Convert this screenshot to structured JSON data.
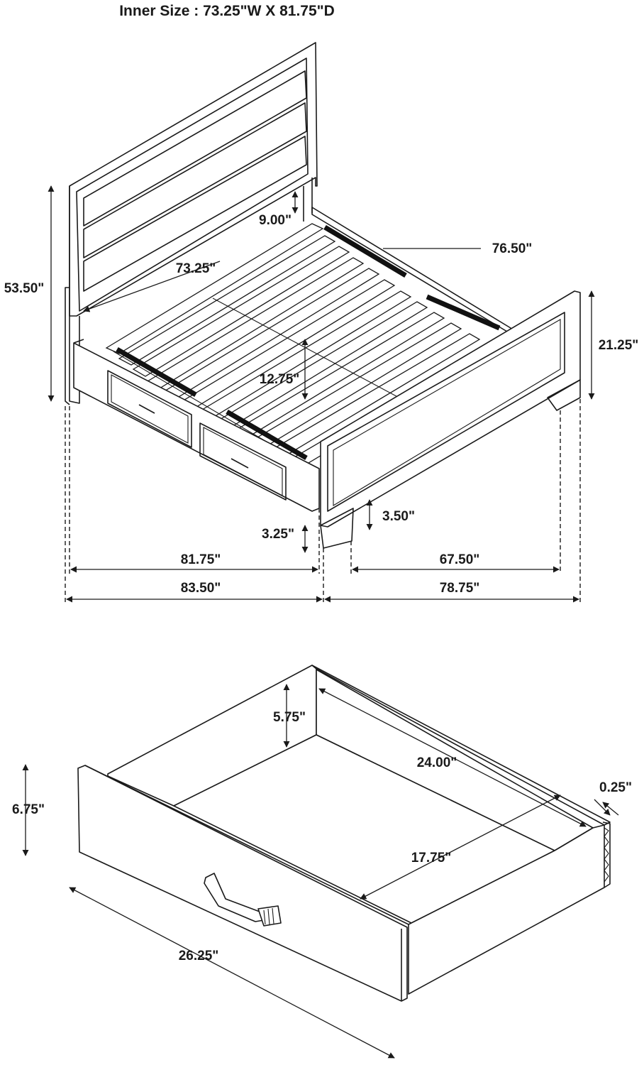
{
  "title": "Inner Size : 73.25\"W X 81.75\"D",
  "bed": {
    "headboard_height": "53.50\"",
    "headboard_rail_gap": "9.00\"",
    "slat_length": "76.50\"",
    "inner_width": "73.25\"",
    "footboard_height": "21.25\"",
    "rail_height": "12.75\"",
    "footboard_clearance": "3.50\"",
    "side_clearance": "3.25\"",
    "inner_length": "81.75\"",
    "overall_length": "83.50\"",
    "footboard_inner_width": "67.50\"",
    "overall_width": "78.75\""
  },
  "drawer": {
    "inner_depth": "5.75\"",
    "inner_length": "24.00\"",
    "panel_thickness": "0.25\"",
    "height": "6.75\"",
    "inner_width": "17.75\"",
    "overall_length": "26.25\""
  }
}
